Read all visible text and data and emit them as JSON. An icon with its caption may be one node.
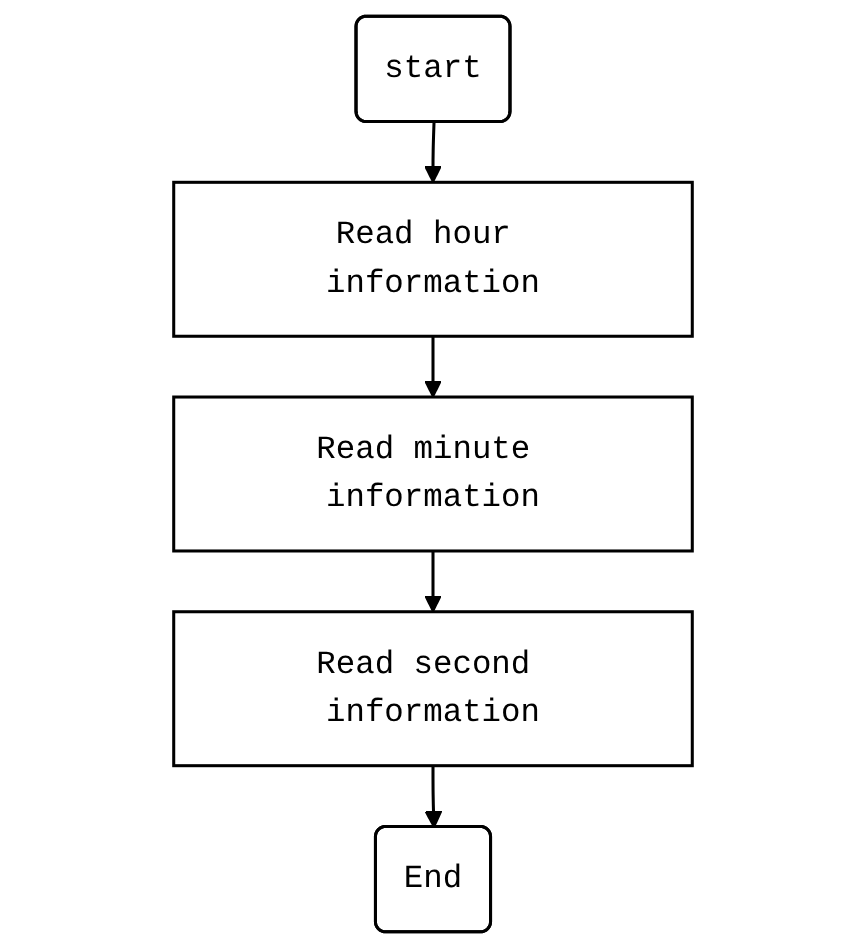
{
  "diagram": {
    "nodes": [
      {
        "text": [
          "start"
        ]
      },
      {
        "text": [
          "Read hour information"
        ]
      },
      {
        "text": [
          "Read minute information"
        ]
      },
      {
        "text": [
          "Read second information"
        ]
      },
      {
        "text": [
          "End"
        ]
      }
    ],
    "edges": [
      {
        "from": 0,
        "to": 1,
        "arrow": "to"
      },
      {
        "from": 1,
        "to": 2,
        "arrow": "to"
      },
      {
        "from": 2,
        "to": 3,
        "arrow": "to"
      },
      {
        "from": 3,
        "to": 4,
        "arrow": "to"
      }
    ]
  }
}
